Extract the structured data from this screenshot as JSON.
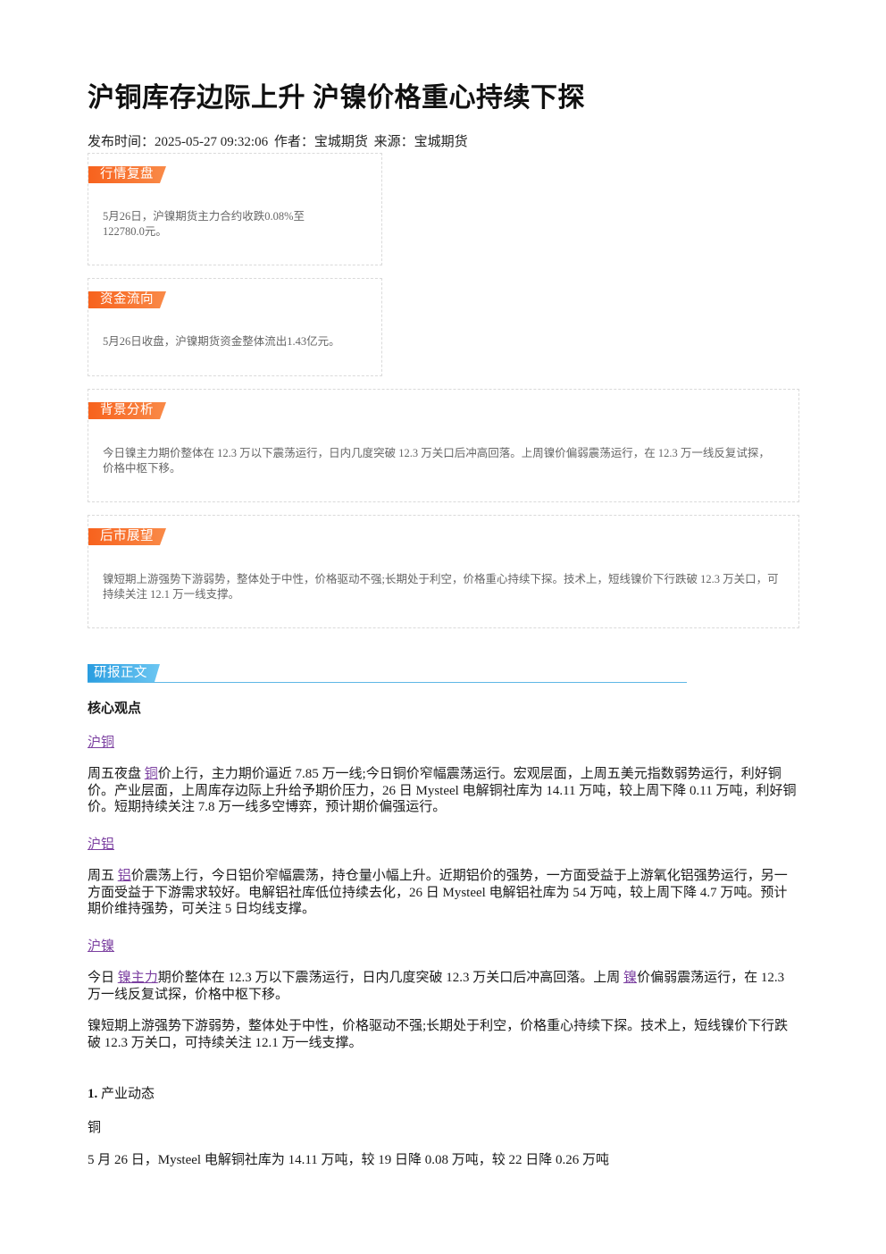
{
  "title": "沪铜库存边际上升 沪镍价格重心持续下探",
  "meta": {
    "publish_label": "发布时间：",
    "publish_time": "2025-05-27 09:32:06",
    "author_label": "作者：",
    "author": "宝城期货",
    "source_label": "来源：",
    "source": "宝城期货"
  },
  "boxes": {
    "market_review": {
      "tag": "行情复盘",
      "text": "5月26日，沪镍期货主力合约收跌0.08%至122780.0元。"
    },
    "capital_flow": {
      "tag": "资金流向",
      "text": "5月26日收盘，沪镍期货资金整体流出1.43亿元。"
    },
    "background": {
      "tag": "背景分析",
      "text": "今日镍主力期价整体在 12.3 万以下震荡运行，日内几度突破 12.3 万关口后冲高回落。上周镍价偏弱震荡运行，在 12.3 万一线反复试探，价格中枢下移。"
    },
    "outlook": {
      "tag": "后市展望",
      "text": "镍短期上游强势下游弱势，整体处于中性，价格驱动不强;长期处于利空，价格重心持续下探。技术上，短线镍价下行跌破 12.3 万关口，可持续关注 12.1 万一线支撑。"
    }
  },
  "report": {
    "section_label": "研报正文",
    "core_heading": "核心观点",
    "copper": {
      "link": "沪铜",
      "p1_a": "周五夜盘 ",
      "p1_link": "铜",
      "p1_b": "价上行，主力期价逼近 7.85 万一线;今日铜价窄幅震荡运行。宏观层面，上周五美元指数弱势运行，利好铜价。产业层面，上周库存边际上升给予期价压力，26 日 Mysteel 电解铜社库为 14.11 万吨，较上周下降 0.11 万吨，利好铜价。短期持续关注 7.8 万一线多空博弈，预计期价偏强运行。"
    },
    "aluminum": {
      "link": "沪铝",
      "p1_a": "周五 ",
      "p1_link": "铝",
      "p1_b": "价震荡上行，今日铝价窄幅震荡，持仓量小幅上升。近期铝价的强势，一方面受益于上游氧化铝强势运行，另一方面受益于下游需求较好。电解铝社库低位持续去化，26 日 Mysteel 电解铝社库为 54 万吨，较上周下降 4.7 万吨。预计期价维持强势，可关注 5 日均线支撑。"
    },
    "nickel": {
      "link": "沪镍",
      "p1_a": "今日 ",
      "p1_link1": "镍主力",
      "p1_b": "期价整体在 12.3 万以下震荡运行，日内几度突破 12.3 万关口后冲高回落。上周 ",
      "p1_link2": "镍",
      "p1_c": "价偏弱震荡运行，在 12.3 万一线反复试探，价格中枢下移。",
      "p2": "镍短期上游强势下游弱势，整体处于中性，价格驱动不强;长期处于利空，价格重心持续下探。技术上，短线镍价下行跌破 12.3 万关口，可持续关注 12.1 万一线支撑。"
    },
    "industry": {
      "num": "1.",
      "heading": "产业动态",
      "copper_label": "铜",
      "copper_text": "5 月 26 日，Mysteel 电解铜社库为 14.11 万吨，较 19 日降 0.08 万吨，较 22 日降 0.26 万吨"
    }
  }
}
